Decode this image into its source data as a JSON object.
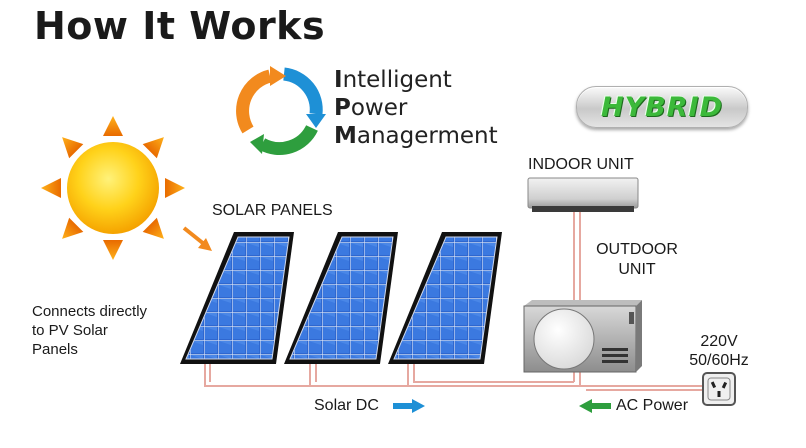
{
  "title": "How It Works",
  "ipm": {
    "line1_initial": "I",
    "line1_rest": "ntelligent",
    "line2_initial": "P",
    "line2_rest": "ower",
    "line3_initial": "M",
    "line3_rest": "anagerment"
  },
  "badge": "HYBRID",
  "labels": {
    "solar_panels": "SOLAR PANELS",
    "indoor_unit": "INDOOR UNIT",
    "outdoor_unit_1": "OUTDOOR",
    "outdoor_unit_2": "UNIT",
    "connects_1": "Connects directly",
    "connects_2": "to PV Solar",
    "connects_3": "Panels",
    "voltage": "220V",
    "frequency": "50/60Hz",
    "solar_dc": "Solar DC",
    "ac_power": "AC Power"
  },
  "colors": {
    "sun": "#fdb913",
    "arrow_blue": "#1e90d6",
    "arrow_green": "#2e9e3e",
    "wire": "#e6a8a0",
    "panel": "#2d63c8",
    "badge_text": "#3cb93a"
  },
  "icons": [
    "sun-icon",
    "cycle-icon",
    "solar-panel-icon",
    "indoor-unit-icon",
    "outdoor-unit-icon",
    "power-socket-icon"
  ]
}
